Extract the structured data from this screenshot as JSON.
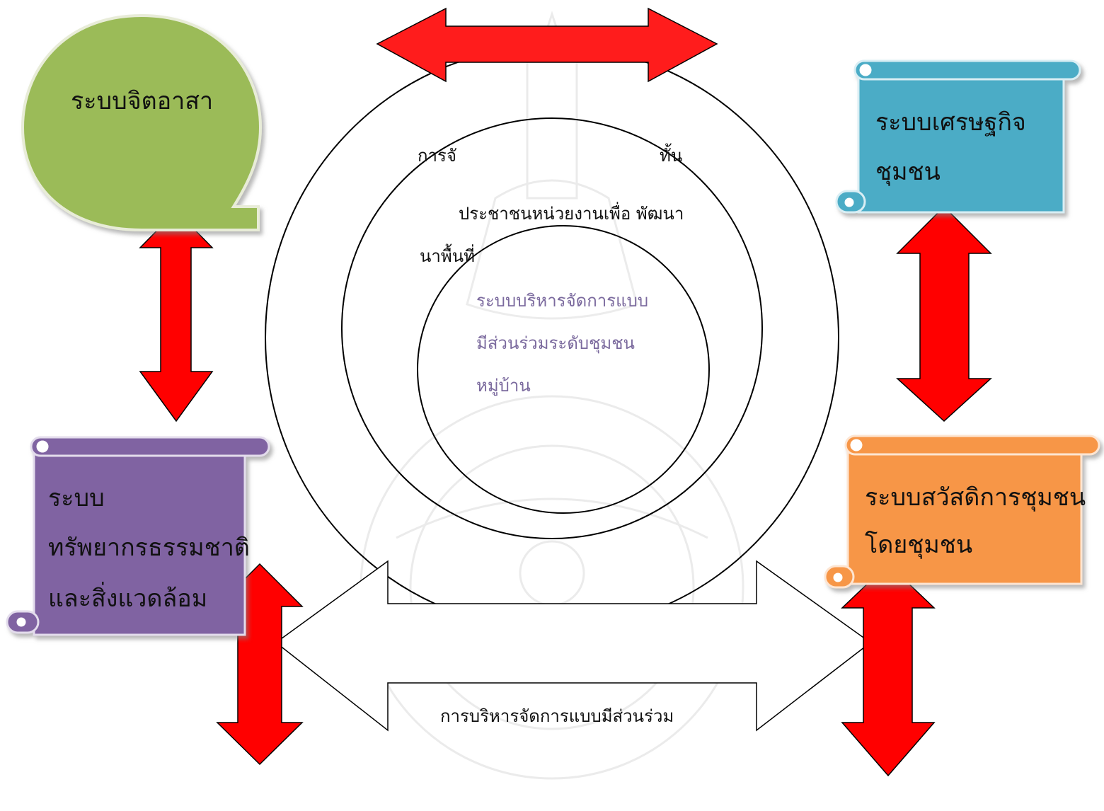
{
  "diagram": {
    "bubble_system": {
      "label": "ระบบจิตอาสา"
    },
    "economy_system": {
      "line1": "ระบบเศรษฐกิจ",
      "line2": "ชุมชน"
    },
    "welfare_system": {
      "line1": "ระบบสวัสดิการชุมชน",
      "line2": "โดยชุมชน"
    },
    "resource_system": {
      "line1": "ระบบ",
      "line2": "ทรัพยากรธรรมชาติ",
      "line3": "และสิ่งแวดล้อม"
    },
    "outer_ring_text": {
      "left_part": "การจั",
      "right_part": "ทั้น"
    },
    "middle_ring_text": {
      "line1": "ประชาชนหน่วยงานเพื่อ พัฒนา",
      "line2": "นาพื้นที่"
    },
    "inner_ring_text": {
      "line1": "ระบบบริหารจัดการแบบ",
      "line2": "มีส่วนร่วมระดับชุมชน",
      "line3": "หมู่บ้าน"
    },
    "bottom_arrow_text": "การบริหารจัดการแบบมีส่วนร่วม"
  },
  "colors": {
    "bubble_green": "#9bbb59",
    "scroll_blue": "#4bacc6",
    "scroll_orange": "#f79646",
    "scroll_purple": "#8064a2",
    "arrow_red": "#ff0000",
    "ring_stroke": "#000000",
    "inner_text_purple": "#7b6a9e"
  }
}
